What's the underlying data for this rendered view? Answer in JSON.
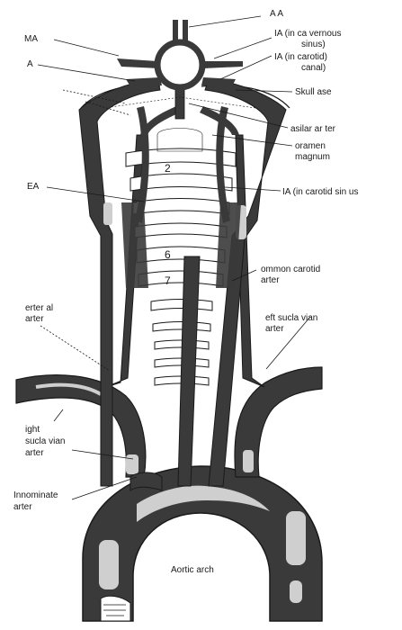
{
  "labels": {
    "ma": "MA",
    "a": "A",
    "a_a": "A  A",
    "ia_cavernous": "IA (in ca  vernous",
    "ia_cavernous2": "sinus)",
    "ia_carotid_canal": "IA (in carotid)",
    "ia_carotid_canal2": "canal)",
    "skull_base": "Skull ase",
    "basilar_artery": "asilar ar ter",
    "foramen": "oramen",
    "foramen2": "magnum",
    "ea": "EA",
    "ia_carotid_sinus": "IA (in carotid sin  us",
    "common_carotid": "ommon carotid",
    "common_carotid2": "arter",
    "vertebral_artery": "erter  al",
    "vertebral_artery2": "arter",
    "left_subclavian": "eft sucla   vian",
    "left_subclavian2": "arter",
    "right_subclavian": "ight",
    "right_subclavian2": "sucla  vian",
    "right_subclavian3": "arter",
    "innominate": "Innominate",
    "innominate2": "arter",
    "aortic_arch": "Aortic arch"
  },
  "vertebra_numbers": [
    "2",
    "6",
    "7"
  ],
  "colors": {
    "vessel": "#3a3a3a",
    "lumen_highlight": "#cfcfcf",
    "line": "#1a1a1a",
    "background": "#ffffff"
  }
}
